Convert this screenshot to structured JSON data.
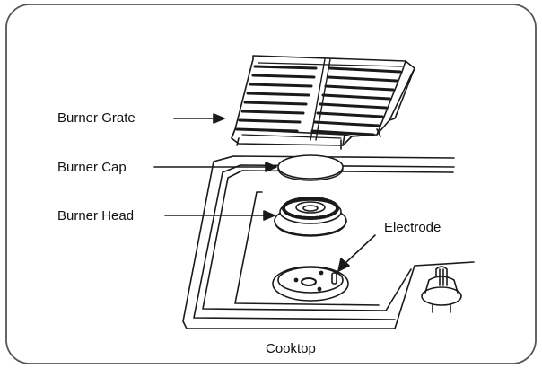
{
  "labels": {
    "burner_grate": "Burner Grate",
    "burner_cap": "Burner Cap",
    "burner_head": "Burner Head",
    "electrode": "Electrode",
    "cooktop": "Cooktop"
  },
  "colors": {
    "stroke": "#1a1a1a",
    "frame": "#555555",
    "background": "#ffffff"
  }
}
